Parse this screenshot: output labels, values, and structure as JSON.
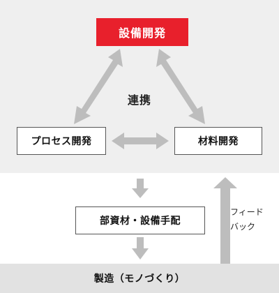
{
  "nodes": {
    "equipment": "設備開発",
    "process": "プロセス開発",
    "materials": "材料開発",
    "procurement": "部資材・設備手配",
    "manufacturing": "製造（モノづくり）"
  },
  "labels": {
    "collaboration": "連携",
    "feedback_line1": "フィード",
    "feedback_line2": "バック"
  },
  "colors": {
    "accent": "#e8202c",
    "arrow": "#bdbdbd",
    "panel_top": "#efefef",
    "panel_bottom": "#e2e2e2"
  }
}
